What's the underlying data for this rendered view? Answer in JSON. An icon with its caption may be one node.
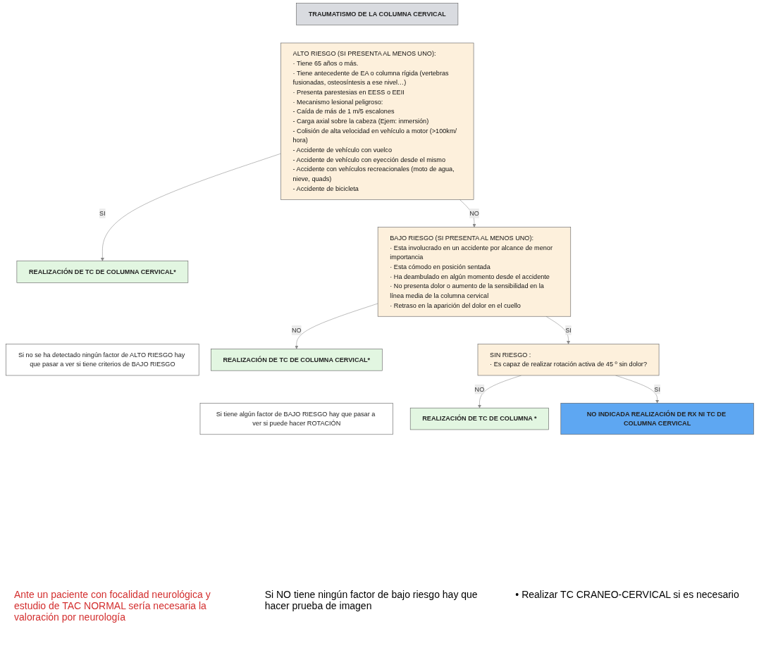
{
  "diagram": {
    "nodes": [
      {
        "text": [
          "TRAUMATISMO DE LA COLUMNA CERVICAL"
        ]
      },
      {
        "text": [
          "ALTO RIESGO (SI PRESENTA AL MENOS UNO):",
          "· Tiene 65 años o más.",
          "· Tiene antecedente de EA o columna rígida (vertebras fusionadas, osteosíntesis a ese nivel…)",
          "· Presenta parestesias en EESS o EEII",
          "· Mecanismo lesional peligroso:",
          "- Caída de más de 1 m/5 escalones",
          "- Carga axial sobre la cabeza (Ejem: inmersión)",
          "- Colisión de alta velocidad en vehículo a motor (>100km/ hora)",
          "- Accidente de vehículo con vuelco",
          "- Accidente de vehículo con eyección desde el mismo",
          "- Accidente con vehículos recreacionales (moto de agua, nieve, quads)",
          "- Accidente de bicicleta"
        ]
      },
      {
        "text": [
          "REALIZACIÓN DE TC DE COLUMNA CERVICAL*"
        ]
      },
      {
        "text": [
          "Si no se ha detectado ningún factor de ALTO RIESGO hay que pasar a ver si tiene criterios de BAJO RIESGO"
        ]
      },
      {
        "text": [
          "BAJO RIESGO (SI PRESENTA AL MENOS UNO):",
          "· Esta involucrado en un accidente por alcance de menor importancia",
          "· Esta cómodo en posición sentada",
          "· Ha deambulado en algún momento desde el accidente",
          "· No presenta dolor o aumento de la sensibilidad en la línea media de la columna cervical",
          "· Retraso en la aparición del dolor en el cuello"
        ]
      },
      {
        "text": [
          "REALIZACIÓN DE TC DE COLUMNA CERVICAL*"
        ]
      },
      {
        "text": [
          "Si tiene algún factor de BAJO RIESGO hay que pasar a ver si puede hacer ROTACIÓN"
        ]
      },
      {
        "text": [
          "SIN RIESGO :",
          "· Es capaz de realizar rotación activa de 45 º sin dolor?"
        ]
      },
      {
        "text": [
          "REALIZACIÓN DE TC DE COLUMNA *"
        ]
      },
      {
        "text": [
          "NO INDICADA REALIZACIÓN DE RX NI TC DE COLUMNA CERVICAL"
        ]
      }
    ],
    "edges": [
      {
        "from": 1,
        "to": 2,
        "arrow": "to",
        "label": "SI"
      },
      {
        "from": 1,
        "to": 4,
        "arrow": "to",
        "label": "NO"
      },
      {
        "from": 4,
        "to": 5,
        "arrow": "to",
        "label": "NO"
      },
      {
        "from": 4,
        "to": 7,
        "arrow": "to",
        "label": "SI"
      },
      {
        "from": 7,
        "to": 8,
        "arrow": "to",
        "label": "NO"
      },
      {
        "from": 7,
        "to": 9,
        "arrow": "to",
        "label": "SI"
      }
    ],
    "labels": [
      "Ante un paciente con focalidad neurológica y estudio de TAC NORMAL sería necesaria la valoración por neurología",
      "Si NO tiene ningún factor de bajo riesgo hay que hacer prueba de imagen",
      "• Realizar TC CRANEO-CERVICAL si es necesario"
    ]
  }
}
